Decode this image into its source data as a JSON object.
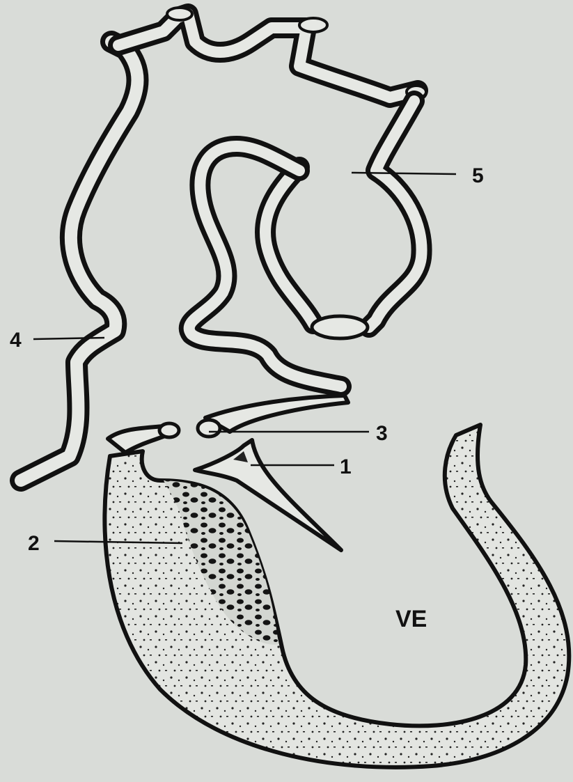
{
  "labels": {
    "one": "1",
    "two": "2",
    "three": "3",
    "four": "4",
    "five": "5",
    "ventricle": "VE"
  },
  "colors": {
    "paper": "#d9dcd8",
    "ink": "#111111",
    "wall_fill": "#e8eae6"
  }
}
